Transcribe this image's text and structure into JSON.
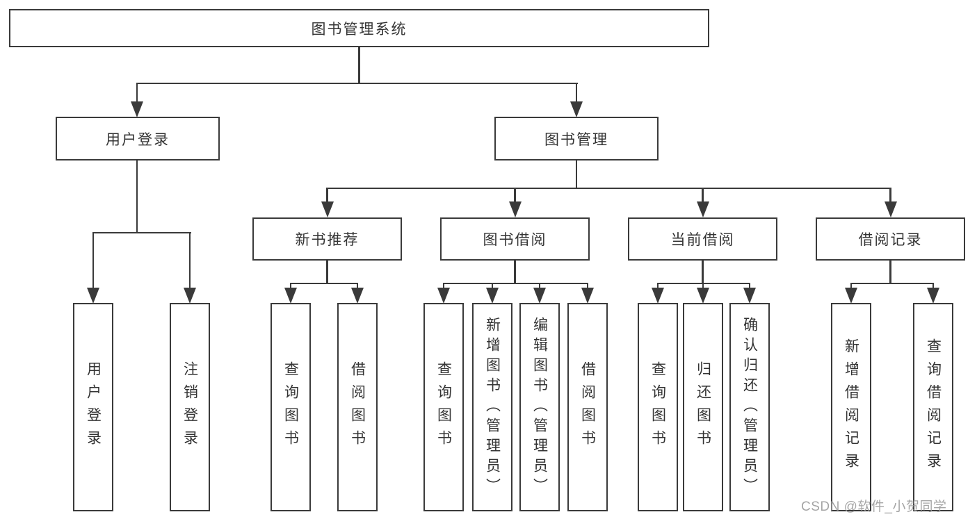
{
  "diagram": {
    "root": {
      "label": "图书管理系统"
    },
    "level2": [
      {
        "id": "user-login",
        "label": "用户登录"
      },
      {
        "id": "book-management",
        "label": "图书管理"
      }
    ],
    "level3": [
      {
        "id": "new-book-recommend",
        "label": "新书推荐"
      },
      {
        "id": "book-borrow",
        "label": "图书借阅"
      },
      {
        "id": "current-borrow",
        "label": "当前借阅"
      },
      {
        "id": "borrow-records",
        "label": "借阅记录"
      }
    ],
    "leaves": [
      {
        "parent": "user-login",
        "label": "用户登录"
      },
      {
        "parent": "user-login",
        "label": "注销登录"
      },
      {
        "parent": "new-book-recommend",
        "label": "查询图书"
      },
      {
        "parent": "new-book-recommend",
        "label": "借阅图书"
      },
      {
        "parent": "book-borrow",
        "label": "查询图书"
      },
      {
        "parent": "book-borrow",
        "label": "新增图书（管理员）"
      },
      {
        "parent": "book-borrow",
        "label": "编辑图书（管理员）"
      },
      {
        "parent": "book-borrow",
        "label": "借阅图书"
      },
      {
        "parent": "current-borrow",
        "label": "查询图书"
      },
      {
        "parent": "current-borrow",
        "label": "归还图书"
      },
      {
        "parent": "current-borrow",
        "label": "确认归还（管理员）"
      },
      {
        "parent": "borrow-records",
        "label": "新增借阅记录"
      },
      {
        "parent": "borrow-records",
        "label": "查询借阅记录"
      }
    ]
  },
  "watermark": {
    "text": "CSDN @软件_小贺同学"
  },
  "colors": {
    "line": "#3a3a3a",
    "text": "#333333",
    "watermark": "#9c9c9c",
    "background": "#ffffff"
  }
}
